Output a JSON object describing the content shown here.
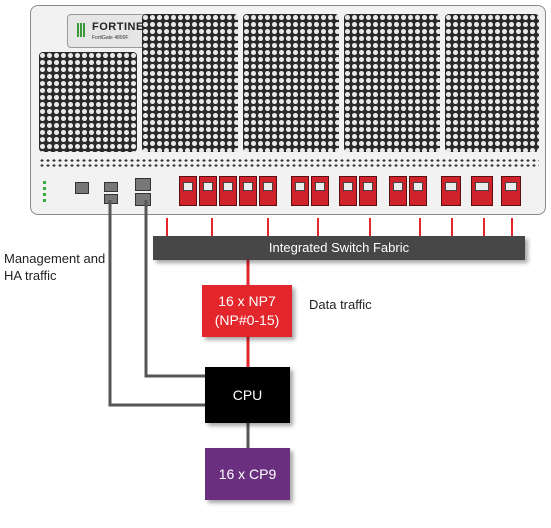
{
  "device": {
    "brand": "FORTINET",
    "model": "FortiGate 4800F"
  },
  "labels": {
    "management": "Management and HA traffic",
    "data_traffic": "Data traffic"
  },
  "blocks": {
    "fabric": "Integrated Switch Fabric",
    "np7_line1": "16 x NP7",
    "np7_line2": "(NP#0-15)",
    "cpu": "CPU",
    "cp9": "16 x CP9"
  },
  "colors": {
    "np7": "#e3262b",
    "cpu": "#000000",
    "cp9": "#6b2f7f",
    "fabric": "#474747",
    "data_link": "#e3262b",
    "mgmt_link": "#555555"
  }
}
